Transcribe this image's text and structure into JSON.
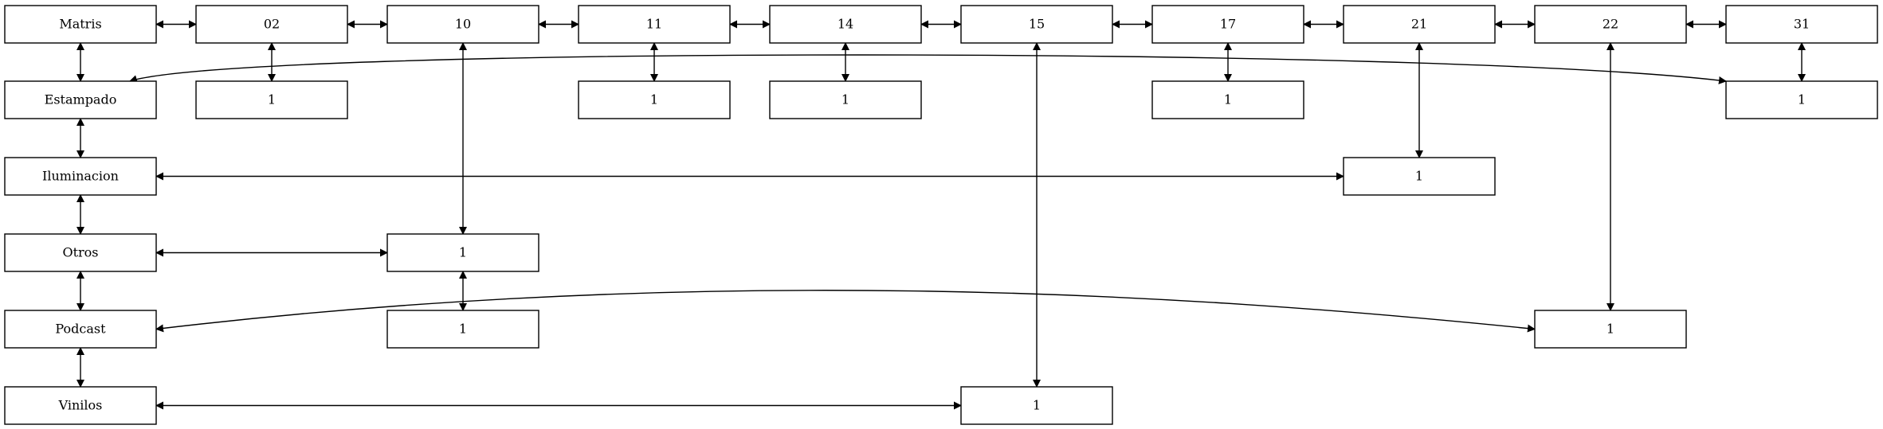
{
  "diagram": {
    "nodes": [
      {
        "id": "matris",
        "label": "Matris"
      },
      {
        "id": "n02",
        "label": "02"
      },
      {
        "id": "n10",
        "label": "10"
      },
      {
        "id": "n11",
        "label": "11"
      },
      {
        "id": "n14",
        "label": "14"
      },
      {
        "id": "n15",
        "label": "15"
      },
      {
        "id": "n17",
        "label": "17"
      },
      {
        "id": "n21",
        "label": "21"
      },
      {
        "id": "n22",
        "label": "22"
      },
      {
        "id": "n31",
        "label": "31"
      },
      {
        "id": "estampado",
        "label": "Estampado"
      },
      {
        "id": "e02",
        "label": "1"
      },
      {
        "id": "e11",
        "label": "1"
      },
      {
        "id": "e14",
        "label": "1"
      },
      {
        "id": "e17",
        "label": "1"
      },
      {
        "id": "e31",
        "label": "1"
      },
      {
        "id": "iluminacion",
        "label": "Iluminacion"
      },
      {
        "id": "i21",
        "label": "1"
      },
      {
        "id": "otros",
        "label": "Otros"
      },
      {
        "id": "o10",
        "label": "1"
      },
      {
        "id": "podcast",
        "label": "Podcast"
      },
      {
        "id": "p10",
        "label": "1"
      },
      {
        "id": "p22",
        "label": "1"
      },
      {
        "id": "vinilos",
        "label": "Vinilos"
      },
      {
        "id": "v15",
        "label": "1"
      }
    ],
    "edges": [
      {
        "from": "matris",
        "to": "n02",
        "bidirectional": true
      },
      {
        "from": "n02",
        "to": "n10",
        "bidirectional": true
      },
      {
        "from": "n10",
        "to": "n11",
        "bidirectional": true
      },
      {
        "from": "n11",
        "to": "n14",
        "bidirectional": true
      },
      {
        "from": "n14",
        "to": "n15",
        "bidirectional": true
      },
      {
        "from": "n15",
        "to": "n17",
        "bidirectional": true
      },
      {
        "from": "n17",
        "to": "n21",
        "bidirectional": true
      },
      {
        "from": "n21",
        "to": "n22",
        "bidirectional": true
      },
      {
        "from": "n22",
        "to": "n31",
        "bidirectional": true
      },
      {
        "from": "matris",
        "to": "estampado",
        "bidirectional": true
      },
      {
        "from": "estampado",
        "to": "iluminacion",
        "bidirectional": true
      },
      {
        "from": "iluminacion",
        "to": "otros",
        "bidirectional": true
      },
      {
        "from": "otros",
        "to": "podcast",
        "bidirectional": true
      },
      {
        "from": "podcast",
        "to": "vinilos",
        "bidirectional": true
      },
      {
        "from": "n02",
        "to": "e02",
        "bidirectional": true
      },
      {
        "from": "n11",
        "to": "e11",
        "bidirectional": true
      },
      {
        "from": "n14",
        "to": "e14",
        "bidirectional": true
      },
      {
        "from": "n17",
        "to": "e17",
        "bidirectional": true
      },
      {
        "from": "n31",
        "to": "e31",
        "bidirectional": true
      },
      {
        "from": "estampado",
        "to": "e31",
        "bidirectional": true
      },
      {
        "from": "n21",
        "to": "i21",
        "bidirectional": true
      },
      {
        "from": "iluminacion",
        "to": "i21",
        "bidirectional": true
      },
      {
        "from": "n10",
        "to": "o10",
        "bidirectional": true
      },
      {
        "from": "otros",
        "to": "o10",
        "bidirectional": true
      },
      {
        "from": "o10",
        "to": "p10",
        "bidirectional": true
      },
      {
        "from": "n22",
        "to": "p22",
        "bidirectional": true
      },
      {
        "from": "podcast",
        "to": "p22",
        "bidirectional": true
      },
      {
        "from": "n15",
        "to": "v15",
        "bidirectional": true
      },
      {
        "from": "vinilos",
        "to": "v15",
        "bidirectional": true
      }
    ]
  }
}
